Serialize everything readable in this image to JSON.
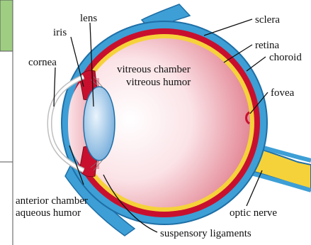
{
  "labels": {
    "lens": "lens",
    "iris": "iris",
    "cornea": "cornea",
    "sclera": "sclera",
    "retina": "retina",
    "choroid": "choroid",
    "fovea": "fovea",
    "vitreous_chamber": "vitreous chamber",
    "vitreous_humor": "vitreous humor",
    "anterior_chamber": "anterior chamber",
    "aqueous_humor": "aqueous humor",
    "optic_nerve": "optic nerve",
    "suspensory_ligaments": "suspensory ligaments"
  },
  "colors": {
    "sclera": "#3d9fd6",
    "sclera_dark": "#1f6fa6",
    "choroid": "#c8102e",
    "retina": "#f6d23a",
    "vitreous_inner": "#ffffff",
    "vitreous_outer": "#dd6f80",
    "lens": "#9fc8ea",
    "optic_nerve": "#f6d23a",
    "green_tab": "#9fce82"
  }
}
